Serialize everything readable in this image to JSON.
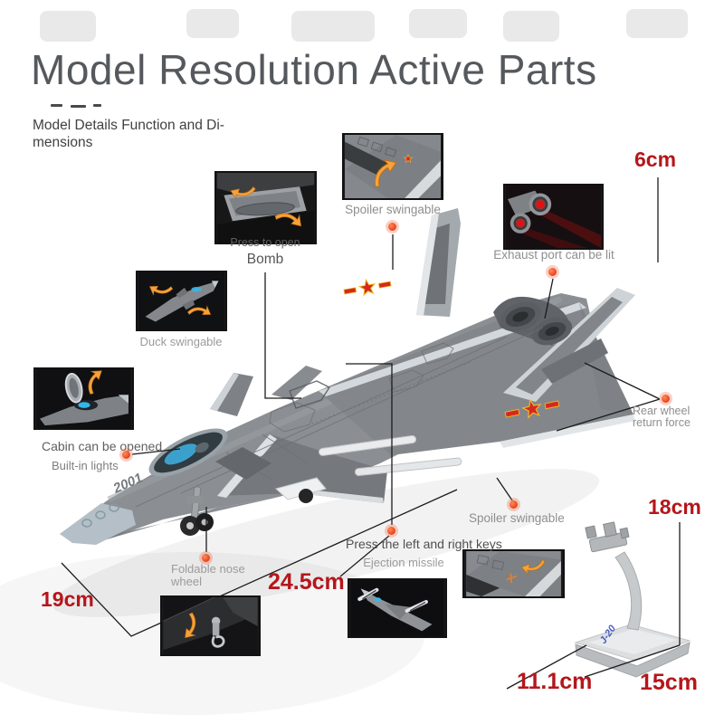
{
  "header": {
    "title": "Model Resolution Active Parts",
    "subtitle_line1": "Model Details Function and Di-",
    "subtitle_line2": "mensions"
  },
  "callouts": {
    "spoiler_top": {
      "label": "Spoiler swingable"
    },
    "bomb": {
      "label_small": "Press to open",
      "label": "Bomb"
    },
    "exhaust": {
      "label": "Exhaust port can be lit"
    },
    "duck": {
      "label": "Duck swingable"
    },
    "cabin": {
      "label": "Cabin can be opened",
      "sublabel": "Built-in lights"
    },
    "rear_wheel": {
      "line1": "Rear wheel",
      "line2": "return force"
    },
    "spoiler_bottom": {
      "label": "Spoiler swingable"
    },
    "ejection": {
      "label_top": "Press the left and right keys",
      "label": "Ejection missile"
    },
    "nose_wheel": {
      "line1": "Foldable nose",
      "line2": "wheel"
    }
  },
  "dimensions": {
    "tail_height": "6cm",
    "width": "19cm",
    "length": "24.5cm",
    "stand_height": "18cm",
    "stand_depth": "11.1cm",
    "stand_width": "15cm"
  },
  "model": {
    "fuselage_number": "2001",
    "stand_text": "J-20"
  },
  "icons": {
    "callout_dot": "orange-target-marker",
    "curved_arrow": "orange-curved-arrow",
    "star_roundel": "red-star-roundel"
  },
  "colors": {
    "dimension_red": "#b5161b",
    "callout_dot": "#e8401a",
    "arrow_orange": "#f6a13a",
    "label_gray": "#8e8e8e",
    "title_gray": "#55595d",
    "aircraft_gray": "#8b8f93"
  }
}
